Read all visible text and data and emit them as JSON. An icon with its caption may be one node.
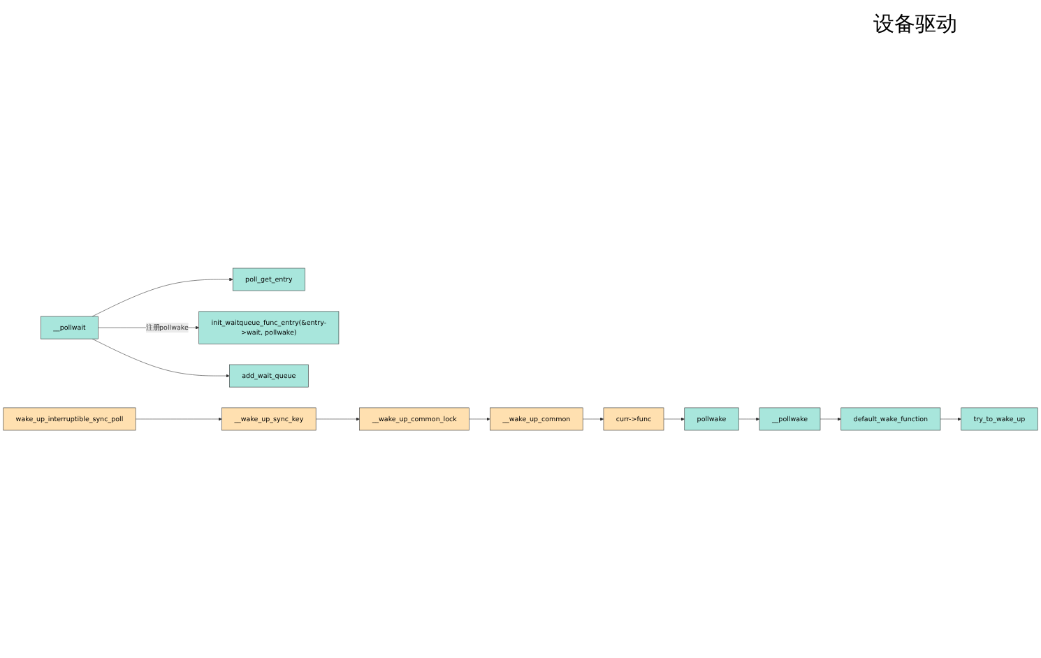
{
  "diagram": {
    "nodes": [
      {
        "text": [
          "__pollwake"
        ]
      },
      {
        "text": [
          "default_wake_function"
        ]
      },
      {
        "text": [
          "try_to_wake_up"
        ]
      },
      {
        "text": [
          "pollwake"
        ]
      },
      {
        "text": [
          "poll_get_entry"
        ]
      },
      {
        "text": [
          "__pollwait"
        ]
      },
      {
        "text": [
          "init_waitqueue_func_entry(&entry->wait, pollwake)"
        ]
      },
      {
        "text": [
          "add_wait_queue"
        ]
      },
      {
        "text": [
          "curr->func"
        ]
      },
      {
        "text": [
          "__wake_up_common"
        ]
      },
      {
        "text": [
          "__wake_up_common_lock"
        ]
      },
      {
        "text": [
          "__wake_up_sync_key"
        ]
      },
      {
        "text": [
          "wake_up_interruptible_sync_poll"
        ]
      }
    ],
    "edges": [
      {
        "from": 0,
        "to": 1,
        "arrow": "to"
      },
      {
        "from": 1,
        "to": 2,
        "arrow": "to"
      },
      {
        "from": 3,
        "to": 0,
        "arrow": "to"
      },
      {
        "from": 8,
        "to": 3,
        "arrow": "to"
      },
      {
        "from": 9,
        "to": 8,
        "arrow": "to"
      },
      {
        "from": 10,
        "to": 9,
        "arrow": "to"
      },
      {
        "from": 11,
        "to": 10,
        "arrow": "to"
      },
      {
        "from": 12,
        "to": 11,
        "arrow": "to"
      },
      {
        "from": 5,
        "to": 4,
        "arrow": "to"
      },
      {
        "from": 5,
        "to": 6,
        "arrow": "to",
        "label": "注册pollwake"
      },
      {
        "from": 5,
        "to": 7,
        "arrow": "to"
      }
    ],
    "labels": [
      "设备驱动"
    ]
  }
}
